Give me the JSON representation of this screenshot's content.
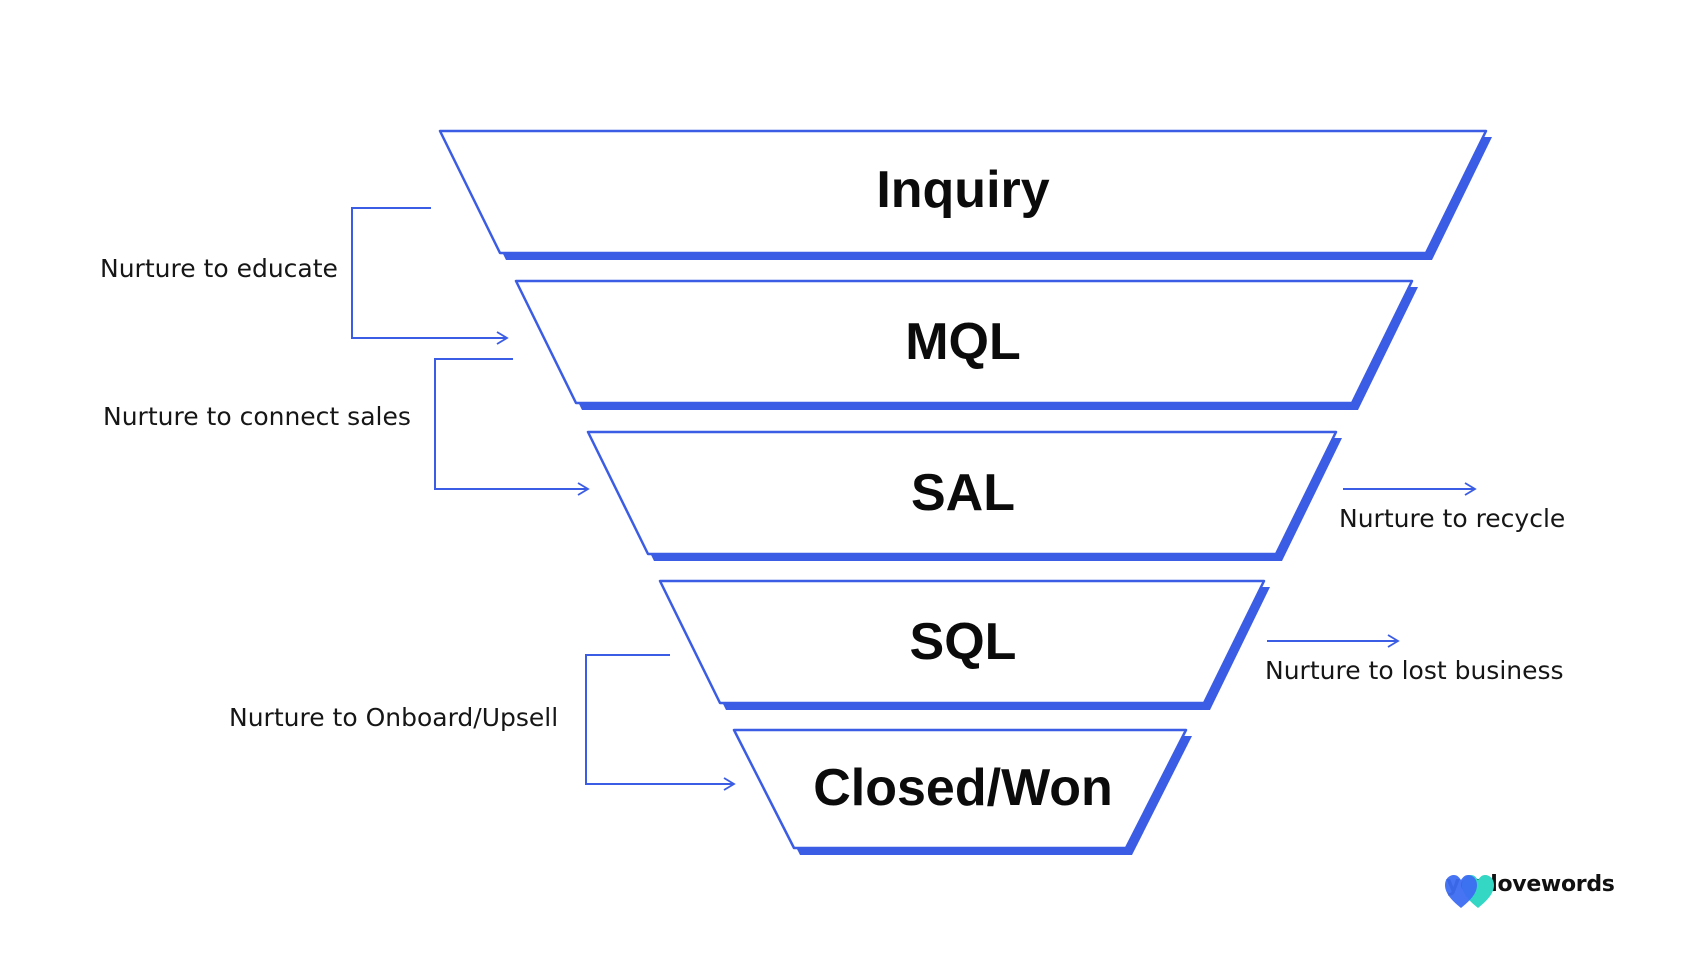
{
  "stages": [
    {
      "label": "Inquiry"
    },
    {
      "label": "MQL"
    },
    {
      "label": "SAL"
    },
    {
      "label": "SQL"
    },
    {
      "label": "Closed/Won"
    }
  ],
  "notes": {
    "educate": "Nurture to educate",
    "connect_sales": "Nurture to connect sales",
    "onboard_upsell": "Nurture to Onboard/Upsell",
    "recycle": "Nurture to recycle",
    "lost_business": "Nurture to lost business"
  },
  "logo": {
    "wordmark": "youlovewords",
    "icon": "double-heart-icon"
  },
  "colors": {
    "accent": "#3b5ce4",
    "text": "#0b0b0b",
    "logo_blue": "#3d6df2",
    "logo_teal": "#34d6c4"
  }
}
